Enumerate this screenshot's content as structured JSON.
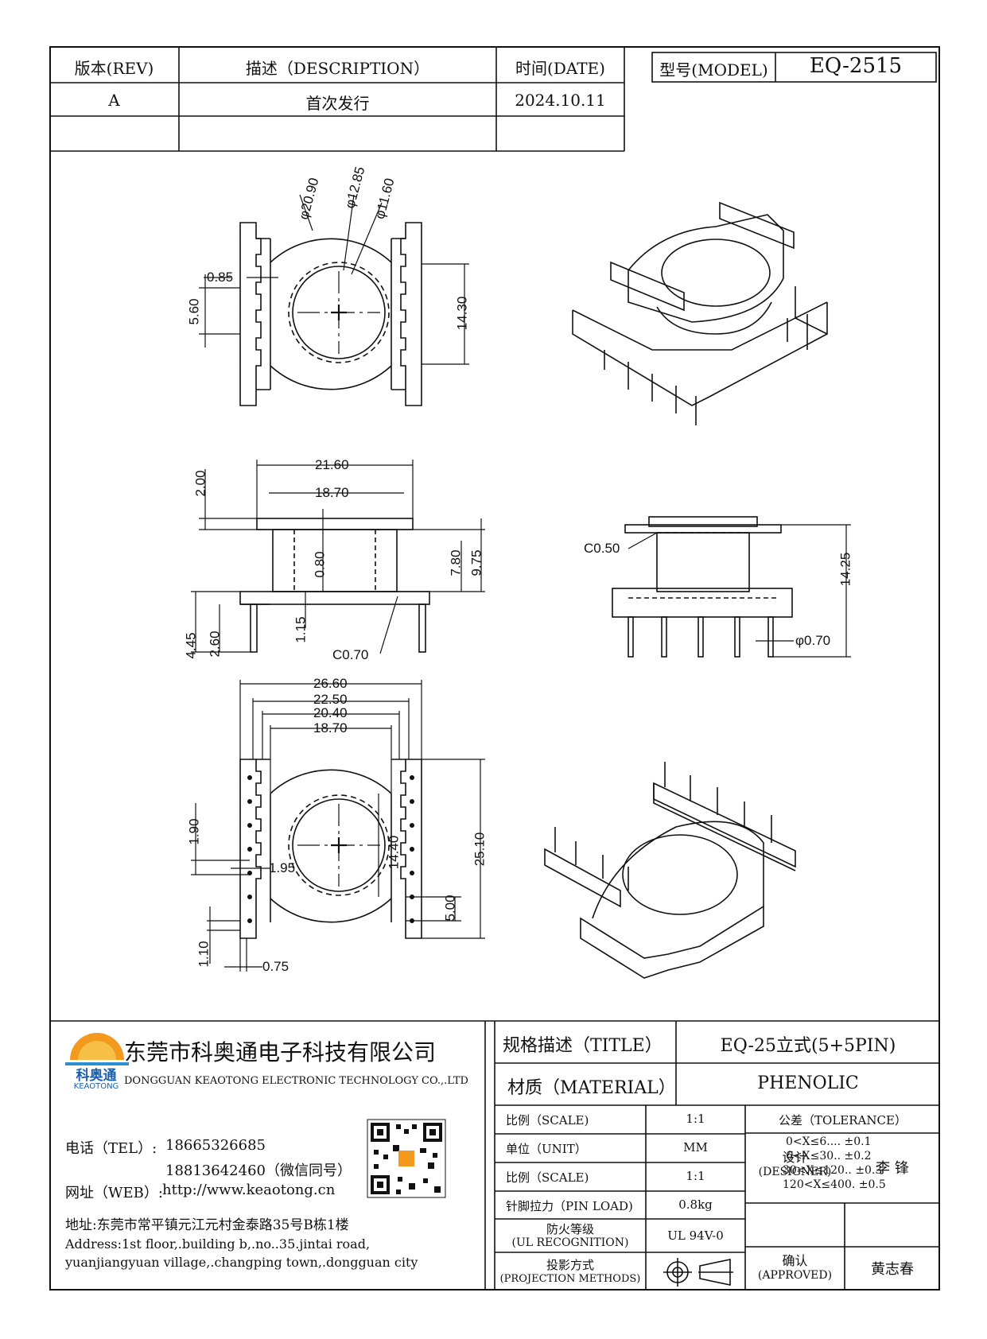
{
  "revision_table": {
    "headers": {
      "rev": "版本(REV)",
      "description": "描述（DESCRIPTION）",
      "date": "时间(DATE)"
    },
    "rows": [
      {
        "rev": "A",
        "description": "首次发行",
        "date": "2024.10.11"
      }
    ]
  },
  "model": {
    "label": "型号(MODEL)",
    "value": "EQ-2515"
  },
  "dimensions": {
    "top_view": {
      "d_outer": "φ20.90",
      "d_mid": "φ12.85",
      "d_inner": "φ11.60",
      "slot_w": "0.85",
      "pitch": "5.60",
      "height": "14.30"
    },
    "front_view": {
      "w_outer": "21.60",
      "w_inner": "18.70",
      "flange_t": "2.00",
      "core_gap": "0.80",
      "core_h": "7.80",
      "total_h": "9.75",
      "pin_len": "4.45",
      "pin_base": "2.60",
      "base_t": "1.15",
      "chamfer": "C0.70"
    },
    "side_view": {
      "chamfer": "C0.50",
      "height": "14.25",
      "pin_d": "φ0.70"
    },
    "bottom_view": {
      "w_total": "26.60",
      "w_rows": "22.50",
      "w_base": "20.40",
      "w_inner": "18.70",
      "pitch": "1.90",
      "offset": "1.95",
      "core_h": "14.40",
      "length": "25.10",
      "pin_span": "5.00",
      "pin_off": "1.10",
      "pin_sz": "0.75"
    }
  },
  "company": {
    "name_cn": "东莞市科奥通电子科技有限公司",
    "name_en": "DONGGUAN KEAOTONG ELECTRONIC TECHNOLOGY CO.,.LTD",
    "logo_text": "科奥通",
    "logo_sub": "KEAOTONG",
    "tel_label": "电话（TEL）:",
    "tel1": "18665326685",
    "tel2": "18813642460（微信同号）",
    "web_label": "网址（WEB）:",
    "web": "http://www.keaotong.cn",
    "address_cn": "地址:东莞市常平镇元江元村金泰路35号B栋1楼",
    "address_en_1": "Address:1st floor,.building b,.no..35.jintai road,",
    "address_en_2": "yuanjiangyuan village,.changping town,.dongguan city"
  },
  "title_block": {
    "title_label": "规格描述（TITLE）",
    "title_value": "EQ-25立式(5+5PIN)",
    "material_label": "材质（MATERIAL）",
    "material_value": "PHENOLIC",
    "scale_label": "比例（SCALE)",
    "scale_value": "1:1",
    "tolerance_label": "公差（TOLERANCE）",
    "tolerance_lines": [
      "0<X≤6.... ±0.1",
      "6<X≤30.. ±0.2",
      "30<X≤120.. ±0.3",
      "120<X≤400. ±0.5"
    ],
    "unit_label": "单位（UNIT）",
    "unit_value": "MM",
    "scale2_label": "比例（SCALE)",
    "scale2_value": "1:1",
    "pinload_label": "针脚拉力（PIN LOAD)",
    "pinload_value": "0.8kg",
    "fire_label_1": "防火等级",
    "fire_label_2": "(UL RECOGNITION)",
    "fire_value": "UL 94V-0",
    "proj_label_1": "投影方式",
    "proj_label_2": "(PROJECTION METHODS)",
    "designer_label_1": "设计",
    "designer_label_2": "(DESIGNER)",
    "designer": "李 锋",
    "approved_label_1": "确认",
    "approved_label_2": "(APPROVED)",
    "approver": "黄志春"
  }
}
